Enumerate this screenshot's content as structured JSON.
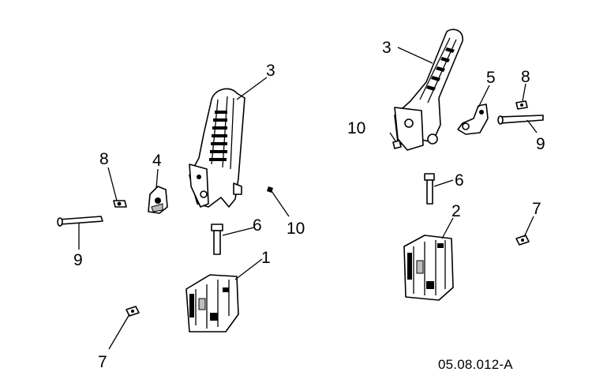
{
  "callouts": {
    "left": {
      "label_3": "3",
      "label_4": "4",
      "label_8": "8",
      "label_9": "9",
      "label_6": "6",
      "label_10": "10",
      "label_1": "1",
      "label_7": "7"
    },
    "right": {
      "label_3": "3",
      "label_5": "5",
      "label_8": "8",
      "label_10": "10",
      "label_9": "9",
      "label_6": "6",
      "label_2": "2",
      "label_7": "7"
    }
  },
  "reference_code": "05.08.012-A"
}
